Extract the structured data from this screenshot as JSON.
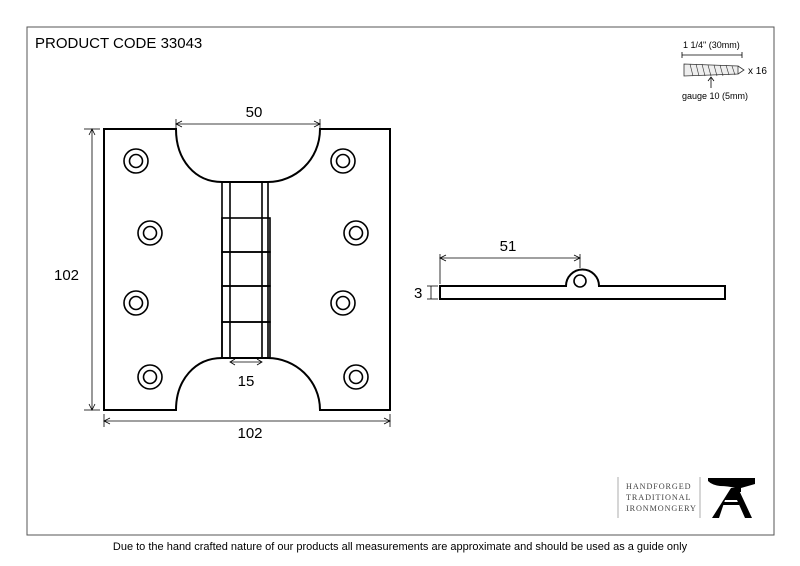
{
  "product_code_label": "PRODUCT CODE 33043",
  "screw_spec": {
    "length_label": "1 1/4\" (30mm)",
    "quantity_label": "x 16",
    "gauge_label": "gauge 10 (5mm)"
  },
  "dimensions": {
    "top_gap": "50",
    "overall_height": "102",
    "knuckle_width": "15",
    "overall_width": "102",
    "side_leaf_length": "51",
    "thickness": "3"
  },
  "brand": {
    "line1": "HANDFORGED",
    "line2": "TRADITIONAL",
    "line3": "IRONMONGERY"
  },
  "disclaimer": "Due to the hand crafted nature of our products all measurements are approximate and should be used as a guide only"
}
